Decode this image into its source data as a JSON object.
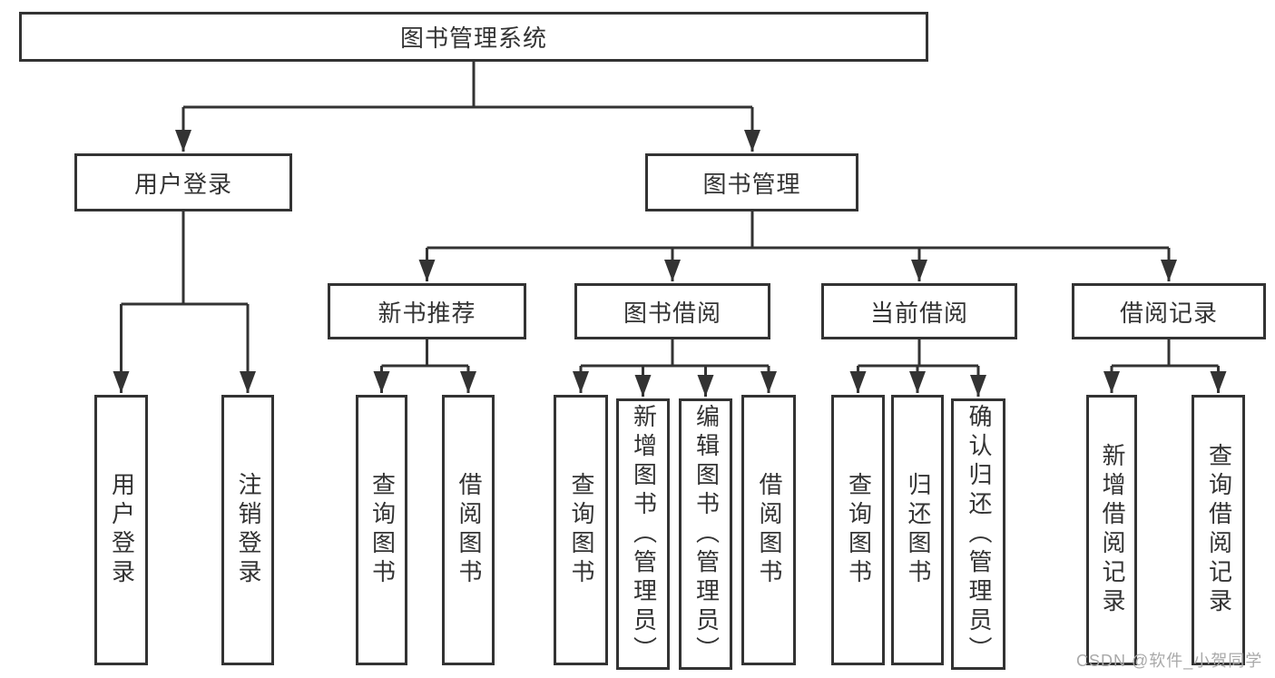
{
  "diagram": {
    "type": "hierarchy-tree",
    "background": "#ffffff",
    "line_color": "#333333",
    "text_color": "#333333",
    "nodes": {
      "root": "图书管理系统",
      "user_login": "用户登录",
      "book_management": "图书管理",
      "new_book_recommend": "新书推荐",
      "book_borrowing": "图书借阅",
      "current_borrowing": "当前借阅",
      "borrowing_records": "借阅记录",
      "leaf_user_login": "用户登录",
      "leaf_logout": "注销登录",
      "leaf_query_books_1": "查询图书",
      "leaf_borrow_books_1": "借阅图书",
      "leaf_query_books_2": "查询图书",
      "leaf_add_books_admin": "新增图书（管理员）",
      "leaf_edit_books_admin": "编辑图书（管理员）",
      "leaf_borrow_books_2": "借阅图书",
      "leaf_query_books_3": "查询图书",
      "leaf_return_books": "归还图书",
      "leaf_confirm_return_admin": "确认归还（管理员）",
      "leaf_add_borrow_record": "新增借阅记录",
      "leaf_query_borrow_record": "查询借阅记录"
    },
    "hierarchy": {
      "图书管理系统": {
        "用户登录": [
          "用户登录",
          "注销登录"
        ],
        "图书管理": {
          "新书推荐": [
            "查询图书",
            "借阅图书"
          ],
          "图书借阅": [
            "查询图书",
            "新增图书（管理员）",
            "编辑图书（管理员）",
            "借阅图书"
          ],
          "当前借阅": [
            "查询图书",
            "归还图书",
            "确认归还（管理员）"
          ],
          "借阅记录": [
            "新增借阅记录",
            "查询借阅记录"
          ]
        }
      }
    },
    "watermark": {
      "text": "CSDN @软件_小贺同学",
      "color": "#a9a9a9"
    }
  }
}
